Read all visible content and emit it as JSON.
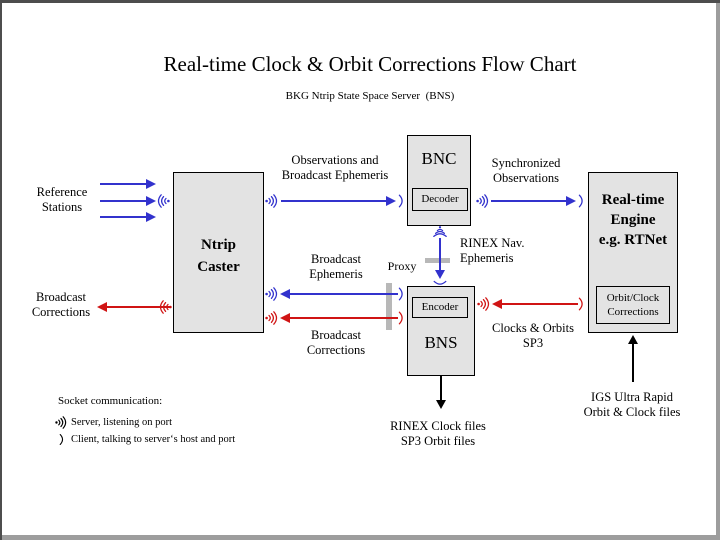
{
  "title": "Real-time Clock & Orbit Corrections Flow Chart",
  "subtitle": "BKG Ntrip State Space Server  (BNS)",
  "boxes": {
    "ntrip_caster": {
      "line1": "Ntrip",
      "line2": "Caster"
    },
    "bnc": {
      "title": "BNC",
      "module": "Decoder"
    },
    "bns": {
      "title": "BNS",
      "module": "Encoder"
    },
    "realtime_engine": {
      "line1": "Real-time",
      "line2": "Engine",
      "line3": "e.g. RTNet",
      "module_line1": "Orbit/Clock",
      "module_line2": "Corrections"
    }
  },
  "labels": {
    "reference_stations": {
      "line1": "Reference",
      "line2": "Stations"
    },
    "broadcast_corrections_out": {
      "line1": "Broadcast",
      "line2": "Corrections"
    },
    "observations_broadcast_ephemeris": {
      "line1": "Observations and",
      "line2": "Broadcast Ephemeris"
    },
    "synchronized_observations": {
      "line1": "Synchronized",
      "line2": "Observations"
    },
    "rinex_nav_ephemeris": {
      "line1": "RINEX Nav.",
      "line2": "Ephemeris"
    },
    "proxy": "Proxy",
    "broadcast_ephemeris_up": {
      "line1": "Broadcast",
      "line2": "Ephemeris"
    },
    "broadcast_corrections_up": {
      "line1": "Broadcast",
      "line2": "Corrections"
    },
    "clocks_orbits_sp3": {
      "line1": "Clocks & Orbits",
      "line2": "SP3"
    },
    "rinex_clock_files": {
      "line1": "RINEX Clock files",
      "line2": "SP3 Orbit files"
    },
    "igs_ultra_rapid": {
      "line1": "IGS Ultra Rapid",
      "line2": "Orbit & Clock files"
    }
  },
  "legend": {
    "heading": "Socket communication:",
    "server_item": "Server, listening on port",
    "client_item": "Client, talking to server‘s host and port"
  },
  "colors": {
    "blue": "#3232cd",
    "red": "#d01414",
    "box_fill": "#e3e3e3",
    "proxy_bar": "#b8b8b8",
    "frame_dark": "#4d4d4d",
    "frame_light": "#9d9d9d"
  }
}
